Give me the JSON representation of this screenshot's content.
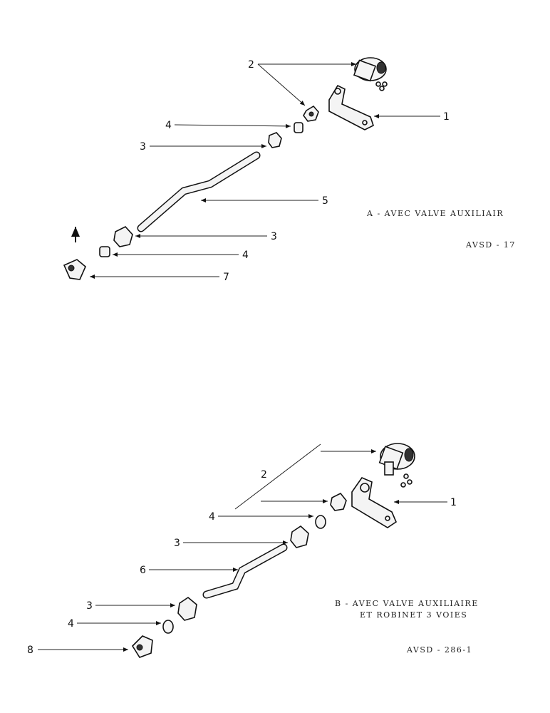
{
  "diagram_a": {
    "caption": "A  -  AVEC VALVE AUXILIAIR",
    "ref": "AVSD - 17",
    "labels": [
      "2",
      "1",
      "4",
      "3",
      "5",
      "3",
      "4",
      "7"
    ]
  },
  "diagram_b": {
    "caption_line1": "B  - AVEC VALVE AUXILIAIRE",
    "caption_line2": "ET ROBINET  3 VOIES",
    "ref": "AVSD - 286-1",
    "labels": [
      "2",
      "1",
      "4",
      "3",
      "6",
      "3",
      "4",
      "8"
    ]
  },
  "icons": {
    "arrow": "up-arrow-icon"
  }
}
